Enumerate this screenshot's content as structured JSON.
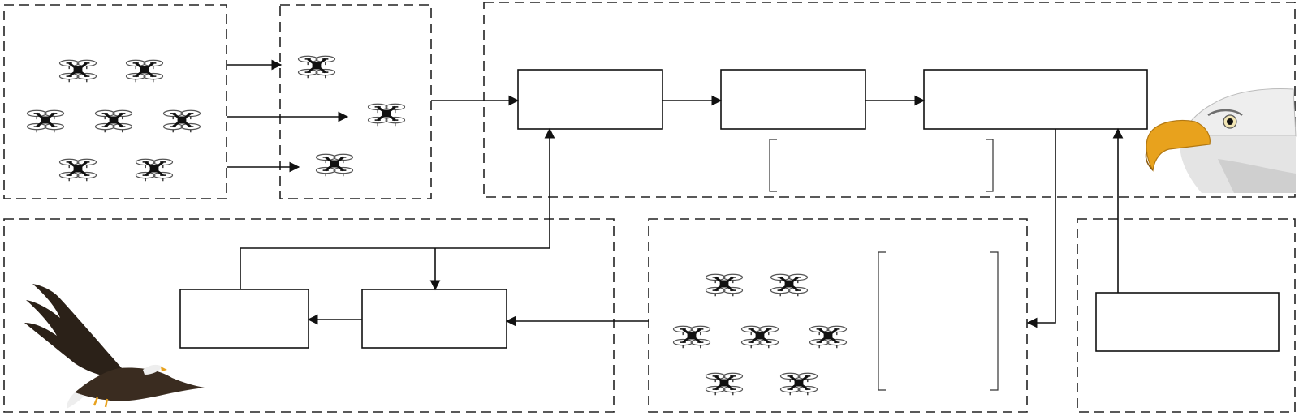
{
  "diagram": {
    "panels": [
      {
        "name": "initial-swarm-panel",
        "label": ""
      },
      {
        "name": "dispersed-swarm-panel",
        "label": ""
      },
      {
        "name": "optimization-pipeline-panel",
        "label": ""
      },
      {
        "name": "hunting-strategy-panel",
        "label": ""
      },
      {
        "name": "updated-swarm-panel",
        "label": ""
      },
      {
        "name": "input-panel",
        "label": ""
      }
    ],
    "process_boxes": [
      {
        "name": "process-box-1",
        "label": ""
      },
      {
        "name": "process-box-2",
        "label": ""
      },
      {
        "name": "process-box-3",
        "label": ""
      },
      {
        "name": "process-box-4",
        "label": ""
      },
      {
        "name": "process-box-5",
        "label": ""
      },
      {
        "name": "process-box-6",
        "label": ""
      }
    ],
    "icons": {
      "drone": "drone-icon",
      "eagle_head": "eagle-head-icon",
      "flying_eagle": "flying-eagle-icon"
    },
    "colors": {
      "line": "#111111",
      "beak": "#e8a21d",
      "eagle_dark": "#2b2118",
      "eagle_white": "#eeeeee"
    }
  }
}
